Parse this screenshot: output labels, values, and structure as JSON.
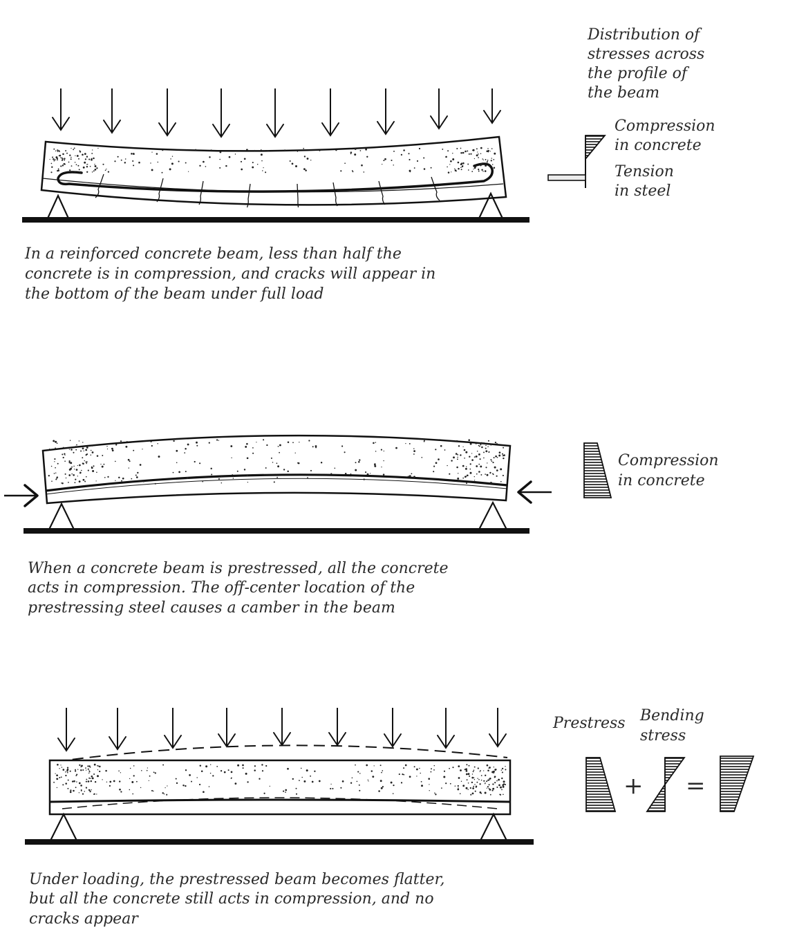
{
  "panels": [
    {
      "id": "reinforced",
      "caption": [
        "In a reinforced concrete beam, less than half the",
        "concrete is in compression, and cracks will appear in",
        "the bottom of the beam under full load"
      ],
      "stress_header": [
        "Distribution of",
        "stresses across",
        "the profile of",
        "the beam"
      ],
      "compression_label": [
        "Compression",
        "in concrete"
      ],
      "tension_label": [
        "Tension",
        "in steel"
      ]
    },
    {
      "id": "prestressed",
      "caption": [
        "When a concrete beam is prestressed, all the concrete",
        "acts in compression. The off-center location of the",
        "prestressing steel causes a camber in the beam"
      ],
      "compression_label": [
        "Compression",
        "in concrete"
      ]
    },
    {
      "id": "loaded",
      "caption": [
        "Under loading, the prestressed beam becomes flatter,",
        "but all the concrete still acts in compression, and no",
        "cracks appear"
      ],
      "prestress_label": "Prestress",
      "bending_label": [
        "Bending",
        "stress"
      ],
      "plus_sign": "+",
      "equals_sign": "="
    }
  ]
}
